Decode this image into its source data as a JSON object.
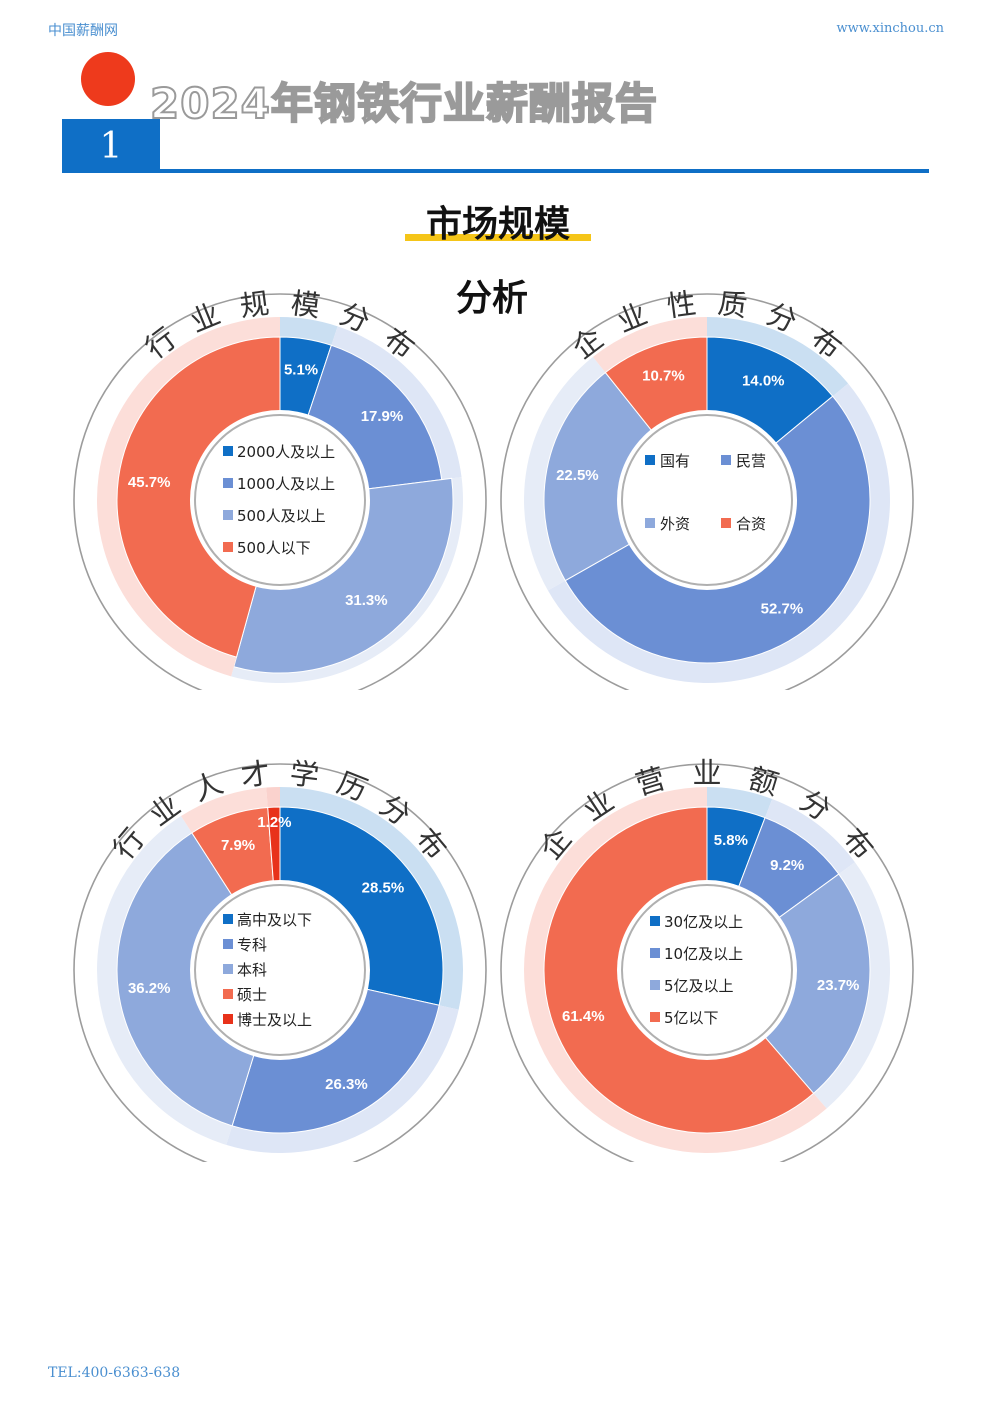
{
  "header": {
    "brand_left": "中国薪酬网",
    "brand_right": "www.xinchou.cn",
    "title": "2024年钢铁行业薪酬报告",
    "chapter": "1"
  },
  "section": {
    "title": "市场规模",
    "subtitle": "分析"
  },
  "footer": {
    "tel": "TEL:400-6363-638"
  },
  "chart_data": [
    {
      "type": "pie",
      "title": "行业规模分布",
      "categories": [
        "2000人及以上",
        "1000人及以上",
        "500人及以上",
        "500人以下"
      ],
      "values": [
        5.1,
        17.9,
        31.3,
        45.7
      ],
      "labels": [
        "5.1%",
        "17.9%",
        "31.3%",
        "45.7%"
      ],
      "colors": [
        "#0f6fc6",
        "#6b8fd4",
        "#8ea9dc",
        "#f26b50"
      ],
      "legend_layout": "list"
    },
    {
      "type": "pie",
      "title": "企业性质分布",
      "categories": [
        "国有",
        "民营",
        "外资",
        "合资"
      ],
      "values": [
        14.0,
        52.7,
        22.5,
        10.7
      ],
      "labels": [
        "14.0%",
        "52.7%",
        "22.5%",
        "10.7%"
      ],
      "colors": [
        "#0f6fc6",
        "#6b8fd4",
        "#8ea9dc",
        "#f26b50"
      ],
      "legend_layout": "grid"
    },
    {
      "type": "pie",
      "title": "行业人才学历分布",
      "categories": [
        "高中及以下",
        "专科",
        "本科",
        "硕士",
        "博士及以上"
      ],
      "values": [
        28.5,
        26.3,
        36.2,
        7.9,
        1.2
      ],
      "labels": [
        "28.5%",
        "26.3%",
        "36.2%",
        "7.9%",
        "1.2%"
      ],
      "colors": [
        "#0f6fc6",
        "#6b8fd4",
        "#8ea9dc",
        "#f26b50",
        "#e8321a"
      ],
      "legend_layout": "list"
    },
    {
      "type": "pie",
      "title": "企业营业额分布",
      "categories": [
        "30亿及以上",
        "10亿及以上",
        "5亿及以上",
        "5亿以下"
      ],
      "values": [
        5.8,
        9.2,
        23.7,
        61.4
      ],
      "labels": [
        "5.8%",
        "9.2%",
        "23.7%",
        "61.4%"
      ],
      "colors": [
        "#0f6fc6",
        "#6b8fd4",
        "#8ea9dc",
        "#f26b50"
      ],
      "legend_layout": "list"
    }
  ]
}
